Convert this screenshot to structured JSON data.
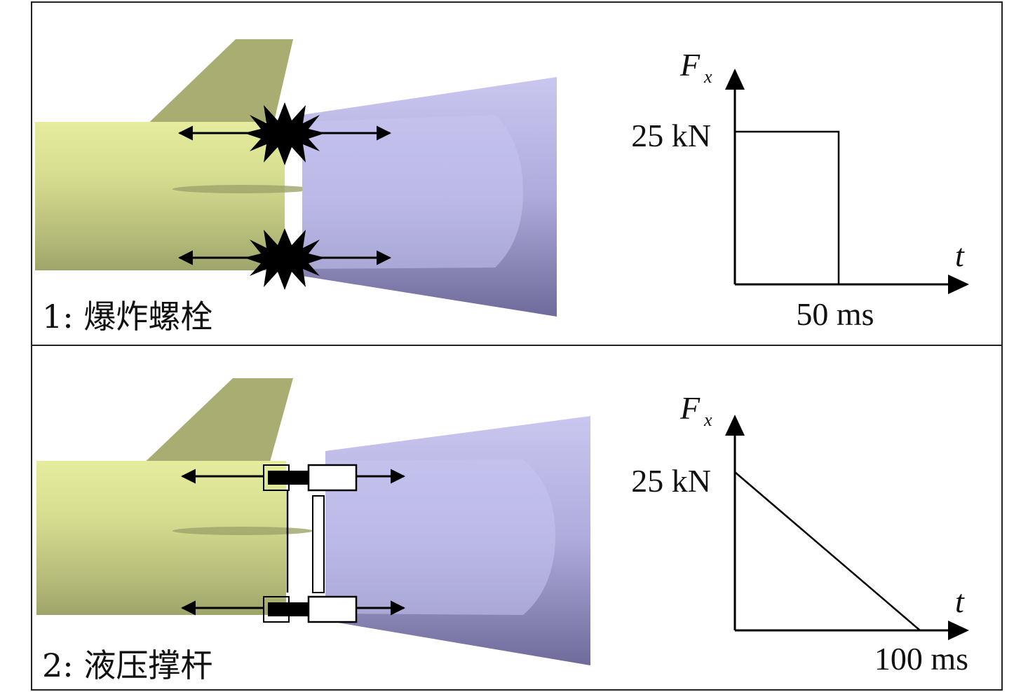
{
  "panels": [
    {
      "caption": "1: 爆炸螺栓",
      "mechanism": "explosive-bolt",
      "plot": {
        "y_symbol": "F",
        "y_subscript": "x",
        "x_symbol": "t",
        "y_tick_label": "25 kN",
        "x_tick_label": "50 ms"
      }
    },
    {
      "caption": "2: 液压撑杆",
      "mechanism": "hydraulic-strut",
      "plot": {
        "y_symbol": "F",
        "y_subscript": "x",
        "x_symbol": "t",
        "y_tick_label": "25 kN",
        "x_tick_label": "100 ms"
      }
    }
  ],
  "chart_data": [
    {
      "type": "line",
      "shape": "rectangular pulse",
      "x_unit": "ms",
      "y_unit": "kN",
      "x": [
        0,
        0,
        50,
        50
      ],
      "y": [
        0,
        25,
        25,
        0
      ]
    },
    {
      "type": "line",
      "shape": "linear decay",
      "x_unit": "ms",
      "y_unit": "kN",
      "x": [
        0,
        100
      ],
      "y": [
        25,
        0
      ]
    }
  ],
  "colors": {
    "aircraft_body": "#cfd58a",
    "aircraft_fin": "#a8ab70",
    "separated_section": "#b9b6e6",
    "frame": "#222222"
  }
}
